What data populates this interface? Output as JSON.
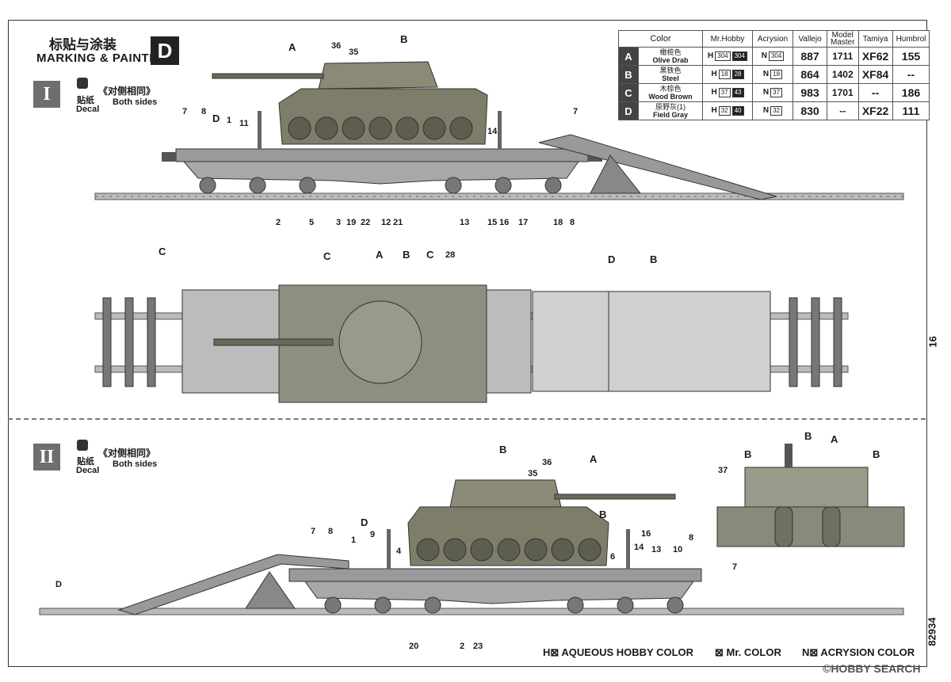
{
  "header": {
    "title_cn": "标贴与涂装",
    "title_en": "MARKING & PAINTING",
    "scheme_letter": "D"
  },
  "section1": {
    "roman": "I",
    "decal_cn": "贴纸",
    "decal_en": "Decal",
    "sides_cn": "《对侧相同》",
    "sides_en": "Both sides"
  },
  "section2": {
    "roman": "II",
    "decal_cn": "贴纸",
    "decal_en": "Decal",
    "sides_cn": "《对侧相同》",
    "sides_en": "Both sides"
  },
  "color_table": {
    "headers": [
      "Color",
      "Mr.Hobby",
      "Acrysion",
      "Vallejo",
      "Model Master",
      "Tamiya",
      "Humbrol"
    ],
    "rows": [
      {
        "key": "A",
        "cn": "橄榄色",
        "en": "Olive Drab",
        "h1": "304",
        "h2": "304",
        "n": "304",
        "vallejo": "887",
        "mm": "1711",
        "tamiya": "XF62",
        "humbrol": "155"
      },
      {
        "key": "B",
        "cn": "黑铁色",
        "en": "Steel",
        "h1": "18",
        "h2": "28",
        "n": "18",
        "vallejo": "864",
        "mm": "1402",
        "tamiya": "XF84",
        "humbrol": "--"
      },
      {
        "key": "C",
        "cn": "木棕色",
        "en": "Wood Brown",
        "h1": "37",
        "h2": "43",
        "n": "37",
        "vallejo": "983",
        "mm": "1701",
        "tamiya": "--",
        "humbrol": "186"
      },
      {
        "key": "D",
        "cn": "原野灰(1)",
        "en": "Field Gray",
        "h1": "32",
        "h2": "40",
        "n": "32",
        "vallejo": "830",
        "mm": "--",
        "tamiya": "XF22",
        "humbrol": "111"
      }
    ],
    "h_prefix": "H",
    "n_prefix": "N"
  },
  "callouts1": {
    "top": [
      "A",
      "36",
      "35",
      "B",
      "7",
      "8",
      "D",
      "1",
      "11",
      "14",
      "7"
    ],
    "bottom": [
      "2",
      "5",
      "3",
      "19",
      "22",
      "12",
      "21",
      "13",
      "15",
      "16",
      "17",
      "18",
      "8"
    ]
  },
  "callouts_top_view": [
    "C",
    "C",
    "A",
    "B",
    "C",
    "28",
    "D",
    "B"
  ],
  "callouts2": {
    "labels": [
      "B",
      "36",
      "35",
      "A",
      "B",
      "7",
      "8",
      "D",
      "1",
      "9",
      "4",
      "6",
      "16",
      "14",
      "13",
      "10",
      "8",
      "7",
      "D",
      "20",
      "2",
      "23"
    ],
    "rear": [
      "B",
      "A",
      "B",
      "B",
      "37"
    ]
  },
  "legend": {
    "aqueous": "H⊠ AQUEOUS HOBBY COLOR",
    "mr": "⊠ Mr. COLOR",
    "acrysion": "N⊠ ACRYSION COLOR"
  },
  "page_number": "16",
  "product_number": "82934",
  "watermark": "©HOBBY SEARCH"
}
